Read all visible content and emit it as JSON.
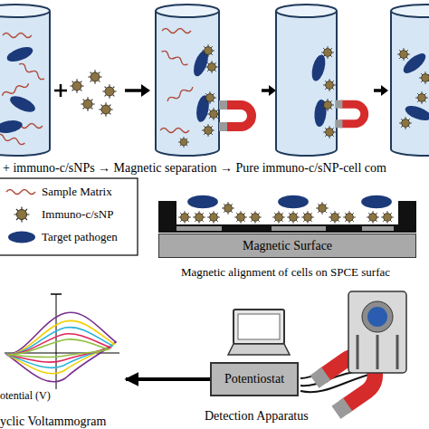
{
  "diagram": {
    "nodes": [
      {
        "text": [
          "Magnetic Surface"
        ]
      },
      {
        "text": [
          "Potentiostat"
        ]
      },
      {
        "text": [
          "otential (V)"
        ]
      }
    ],
    "edges": [
      {
        "from": 1,
        "to": 2,
        "arrow": "to"
      }
    ],
    "labels": [
      "+ immuno-c/sNPs → Magnetic separation → Pure immuno-c/sNP-cell com",
      "Magnetic alignment of cells on SPCE surfac",
      "yclic Voltammogram",
      "Detection Apparatus"
    ],
    "legend": [
      {
        "text": "Sample Matrix"
      },
      {
        "text": "Immuno-c/sNP"
      },
      {
        "text": "Target pathogen"
      }
    ]
  }
}
